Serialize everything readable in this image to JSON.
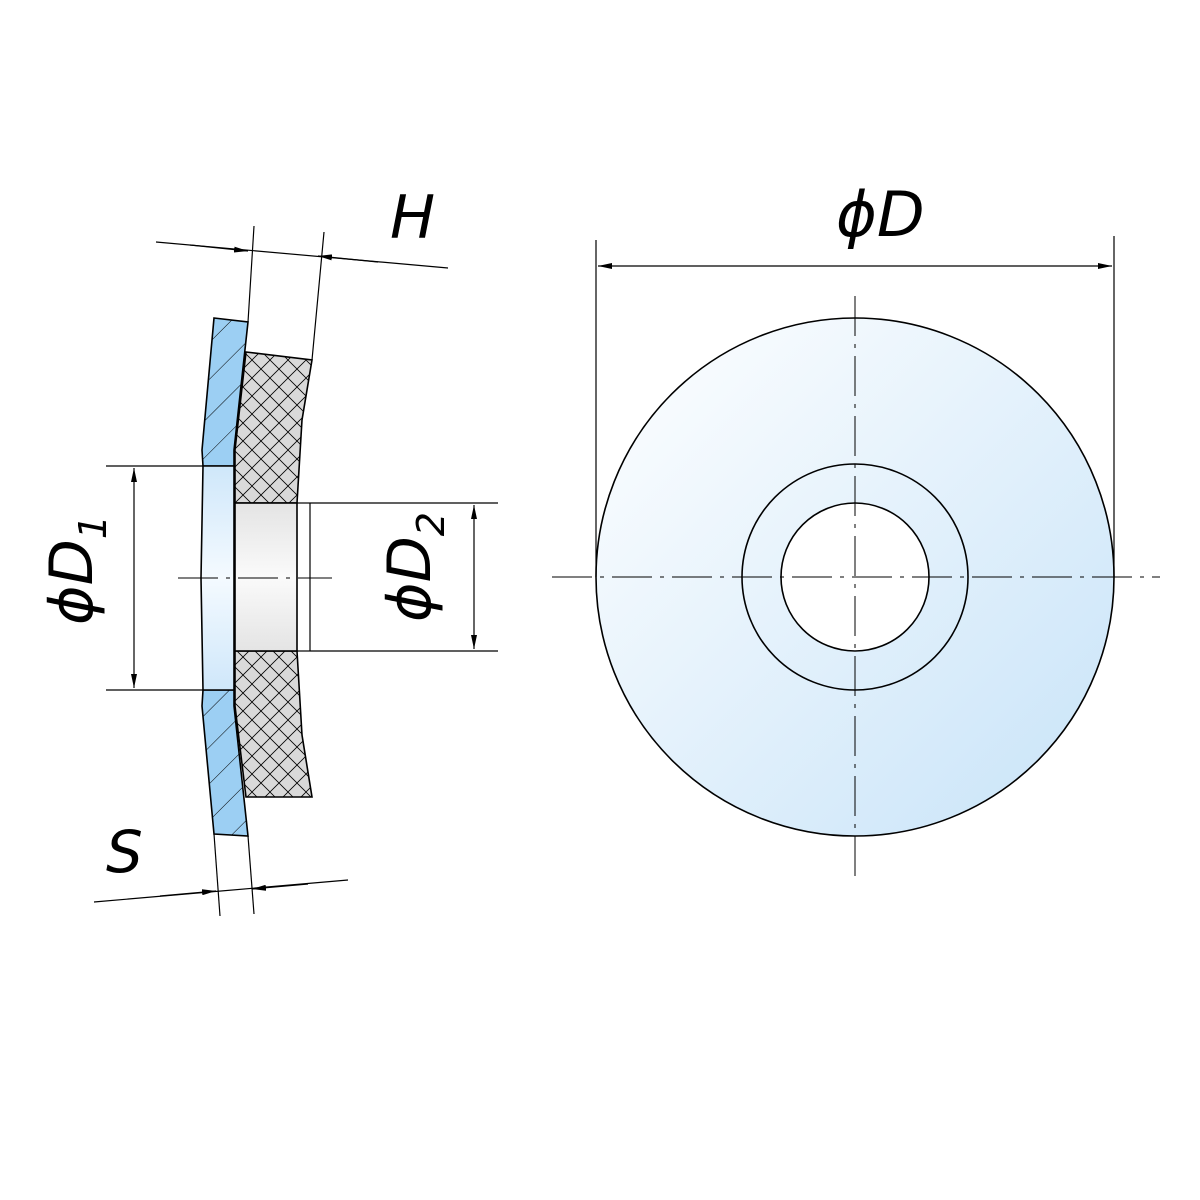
{
  "labels": {
    "H": "H",
    "S": "S",
    "D": "ϕD",
    "D1_main": "ϕD",
    "D1_sub": "1",
    "D2_main": "ϕD",
    "D2_sub": "2"
  },
  "colors": {
    "washer_blue_light": "#f7fbff",
    "washer_blue_dark": "#c8e4f8",
    "hatch_blue": "#9ccff3",
    "gasket_gray": "#d9d9d9",
    "bore_gray": "#ececec"
  }
}
